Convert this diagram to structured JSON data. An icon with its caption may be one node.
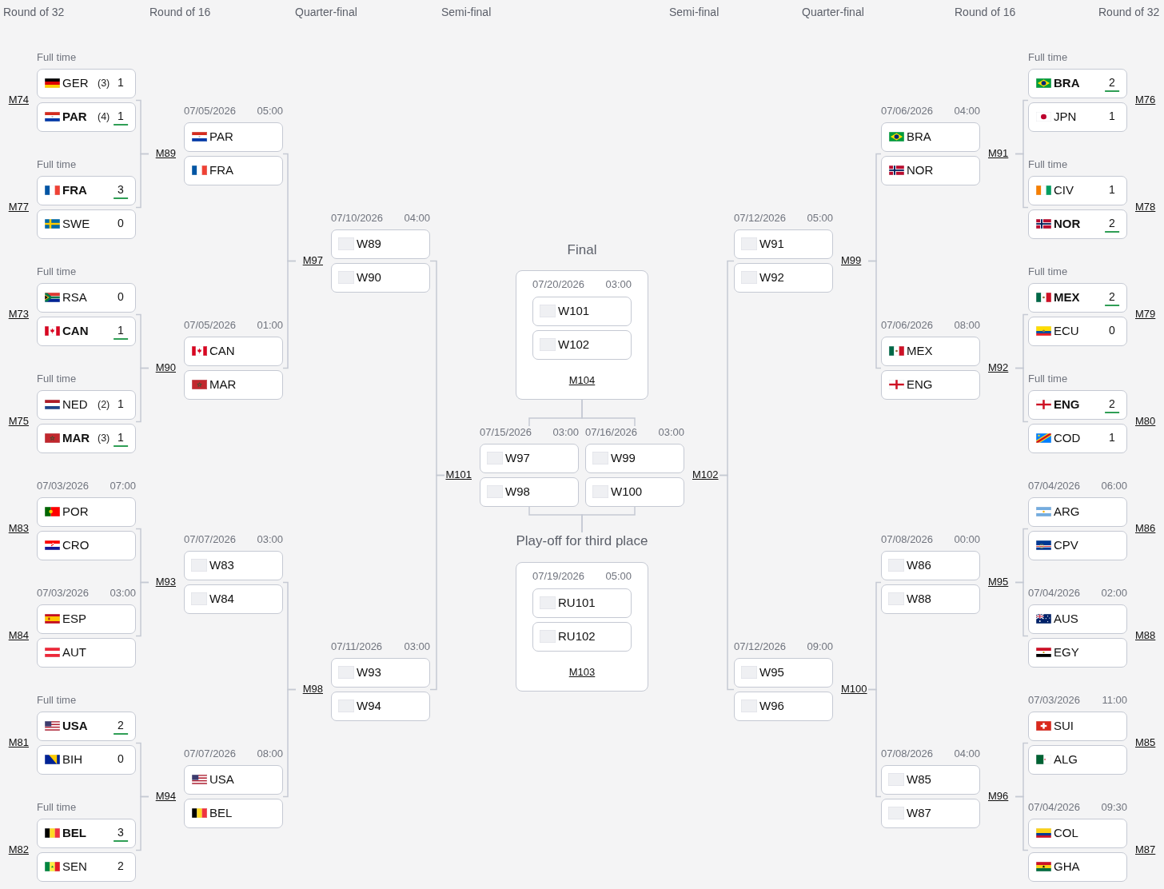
{
  "diagram": {
    "nodes": [
      {
        "text": [
          "Full time",
          "M74"
        ]
      },
      {
        "text": [
          "GER",
          "(3)",
          "1"
        ],
        "in": 0
      },
      {
        "text": [
          "PAR",
          "(4)",
          "1"
        ],
        "in": 0
      },
      {
        "text": [
          "Full time",
          "M77"
        ]
      },
      {
        "text": [
          "FRA",
          "3"
        ],
        "in": 3
      },
      {
        "text": [
          "SWE",
          "0"
        ],
        "in": 3
      },
      {
        "text": [
          "Full time",
          "M73"
        ]
      },
      {
        "text": [
          "RSA",
          "0"
        ],
        "in": 6
      },
      {
        "text": [
          "CAN",
          "1"
        ],
        "in": 6
      },
      {
        "text": [
          "Full time",
          "M75"
        ]
      },
      {
        "text": [
          "NED",
          "(2)",
          "1"
        ],
        "in": 9
      },
      {
        "text": [
          "MAR",
          "(3)",
          "1"
        ],
        "in": 9
      },
      {
        "text": [
          "07/03/2026",
          "07:00",
          "M83"
        ]
      },
      {
        "text": [
          "POR"
        ],
        "in": 12
      },
      {
        "text": [
          "CRO"
        ],
        "in": 12
      },
      {
        "text": [
          "07/03/2026",
          "03:00",
          "M84"
        ]
      },
      {
        "text": [
          "ESP"
        ],
        "in": 15
      },
      {
        "text": [
          "AUT"
        ],
        "in": 15
      },
      {
        "text": [
          "Full time",
          "M81"
        ]
      },
      {
        "text": [
          "USA",
          "2"
        ],
        "in": 18
      },
      {
        "text": [
          "BIH",
          "0"
        ],
        "in": 18
      },
      {
        "text": [
          "Full time",
          "M82"
        ]
      },
      {
        "text": [
          "BEL",
          "3"
        ],
        "in": 21
      },
      {
        "text": [
          "SEN",
          "2"
        ],
        "in": 21
      },
      {
        "text": [
          "07/05/2026",
          "05:00",
          "M89"
        ]
      },
      {
        "text": [
          "PAR"
        ],
        "in": 24
      },
      {
        "text": [
          "FRA"
        ],
        "in": 24
      },
      {
        "text": [
          "07/05/2026",
          "01:00",
          "M90"
        ]
      },
      {
        "text": [
          "CAN"
        ],
        "in": 27
      },
      {
        "text": [
          "MAR"
        ],
        "in": 27
      },
      {
        "text": [
          "07/07/2026",
          "03:00",
          "M93"
        ]
      },
      {
        "text": [
          "W83"
        ],
        "in": 30
      },
      {
        "text": [
          "W84"
        ],
        "in": 30
      },
      {
        "text": [
          "07/07/2026",
          "08:00",
          "M94"
        ]
      },
      {
        "text": [
          "USA"
        ],
        "in": 33
      },
      {
        "text": [
          "BEL"
        ],
        "in": 33
      },
      {
        "text": [
          "07/10/2026",
          "04:00",
          "M97"
        ]
      },
      {
        "text": [
          "W89"
        ],
        "in": 36
      },
      {
        "text": [
          "W90"
        ],
        "in": 36
      },
      {
        "text": [
          "07/11/2026",
          "03:00",
          "M98"
        ]
      },
      {
        "text": [
          "W93"
        ],
        "in": 39
      },
      {
        "text": [
          "W94"
        ],
        "in": 39
      },
      {
        "text": [
          "07/15/2026",
          "03:00",
          "M101"
        ]
      },
      {
        "text": [
          "W97"
        ],
        "in": 42
      },
      {
        "text": [
          "W98"
        ],
        "in": 42
      },
      {
        "text": [
          "Final",
          "07/20/2026",
          "03:00",
          "M104"
        ]
      },
      {
        "text": [
          "W101"
        ],
        "in": 45
      },
      {
        "text": [
          "W102"
        ],
        "in": 45
      },
      {
        "text": [
          "Play-off for third place",
          "07/19/2026",
          "05:00",
          "M103"
        ]
      },
      {
        "text": [
          "RU101"
        ],
        "in": 48
      },
      {
        "text": [
          "RU102"
        ],
        "in": 48
      },
      {
        "text": [
          "07/16/2026",
          "03:00",
          "M102"
        ]
      },
      {
        "text": [
          "W99"
        ],
        "in": 51
      },
      {
        "text": [
          "W100"
        ],
        "in": 51
      },
      {
        "text": [
          "07/12/2026",
          "05:00",
          "M99"
        ]
      },
      {
        "text": [
          "W91"
        ],
        "in": 54
      },
      {
        "text": [
          "W92"
        ],
        "in": 54
      },
      {
        "text": [
          "07/12/2026",
          "09:00",
          "M100"
        ]
      },
      {
        "text": [
          "W95"
        ],
        "in": 57
      },
      {
        "text": [
          "W96"
        ],
        "in": 57
      },
      {
        "text": [
          "07/06/2026",
          "04:00",
          "M91"
        ]
      },
      {
        "text": [
          "BRA"
        ],
        "in": 60
      },
      {
        "text": [
          "NOR"
        ],
        "in": 60
      },
      {
        "text": [
          "07/06/2026",
          "08:00",
          "M92"
        ]
      },
      {
        "text": [
          "MEX"
        ],
        "in": 63
      },
      {
        "text": [
          "ENG"
        ],
        "in": 63
      },
      {
        "text": [
          "07/08/2026",
          "00:00",
          "M95"
        ]
      },
      {
        "text": [
          "W86"
        ],
        "in": 66
      },
      {
        "text": [
          "W88"
        ],
        "in": 66
      },
      {
        "text": [
          "07/08/2026",
          "04:00",
          "M96"
        ]
      },
      {
        "text": [
          "W85"
        ],
        "in": 69
      },
      {
        "text": [
          "W87"
        ],
        "in": 69
      },
      {
        "text": [
          "Full time",
          "M76"
        ]
      },
      {
        "text": [
          "BRA",
          "2"
        ],
        "in": 72
      },
      {
        "text": [
          "JPN",
          "1"
        ],
        "in": 72
      },
      {
        "text": [
          "Full time",
          "M78"
        ]
      },
      {
        "text": [
          "CIV",
          "1"
        ],
        "in": 75
      },
      {
        "text": [
          "NOR",
          "2"
        ],
        "in": 75
      },
      {
        "text": [
          "Full time",
          "M79"
        ]
      },
      {
        "text": [
          "MEX",
          "2"
        ],
        "in": 78
      },
      {
        "text": [
          "ECU",
          "0"
        ],
        "in": 78
      },
      {
        "text": [
          "Full time",
          "M80"
        ]
      },
      {
        "text": [
          "ENG",
          "2"
        ],
        "in": 81
      },
      {
        "text": [
          "COD",
          "1"
        ],
        "in": 81
      },
      {
        "text": [
          "07/04/2026",
          "06:00",
          "M86"
        ]
      },
      {
        "text": [
          "ARG"
        ],
        "in": 84
      },
      {
        "text": [
          "CPV"
        ],
        "in": 84
      },
      {
        "text": [
          "07/04/2026",
          "02:00",
          "M88"
        ]
      },
      {
        "text": [
          "AUS"
        ],
        "in": 87
      },
      {
        "text": [
          "EGY"
        ],
        "in": 87
      },
      {
        "text": [
          "07/03/2026",
          "11:00",
          "M85"
        ]
      },
      {
        "text": [
          "SUI"
        ],
        "in": 90
      },
      {
        "text": [
          "ALG"
        ],
        "in": 90
      },
      {
        "text": [
          "07/04/2026",
          "09:30",
          "M87"
        ]
      },
      {
        "text": [
          "COL"
        ],
        "in": 93
      },
      {
        "text": [
          "GHA"
        ],
        "in": 93
      }
    ],
    "edges": [
      {
        "from": 0,
        "to": 24,
        "arrow": "none"
      },
      {
        "from": 3,
        "to": 24,
        "arrow": "none"
      },
      {
        "from": 6,
        "to": 27,
        "arrow": "none"
      },
      {
        "from": 9,
        "to": 27,
        "arrow": "none"
      },
      {
        "from": 12,
        "to": 30,
        "arrow": "none"
      },
      {
        "from": 15,
        "to": 30,
        "arrow": "none"
      },
      {
        "from": 18,
        "to": 33,
        "arrow": "none"
      },
      {
        "from": 21,
        "to": 33,
        "arrow": "none"
      },
      {
        "from": 24,
        "to": 36,
        "arrow": "none"
      },
      {
        "from": 27,
        "to": 36,
        "arrow": "none"
      },
      {
        "from": 30,
        "to": 39,
        "arrow": "none"
      },
      {
        "from": 33,
        "to": 39,
        "arrow": "none"
      },
      {
        "from": 36,
        "to": 42,
        "arrow": "none"
      },
      {
        "from": 39,
        "to": 42,
        "arrow": "none"
      },
      {
        "from": 42,
        "to": 45,
        "arrow": "none"
      },
      {
        "from": 51,
        "to": 45,
        "arrow": "none"
      },
      {
        "from": 42,
        "to": 48,
        "arrow": "none"
      },
      {
        "from": 51,
        "to": 48,
        "arrow": "none"
      },
      {
        "from": 54,
        "to": 51,
        "arrow": "none"
      },
      {
        "from": 57,
        "to": 51,
        "arrow": "none"
      },
      {
        "from": 60,
        "to": 54,
        "arrow": "none"
      },
      {
        "from": 63,
        "to": 54,
        "arrow": "none"
      },
      {
        "from": 66,
        "to": 57,
        "arrow": "none"
      },
      {
        "from": 69,
        "to": 57,
        "arrow": "none"
      },
      {
        "from": 72,
        "to": 60,
        "arrow": "none"
      },
      {
        "from": 75,
        "to": 60,
        "arrow": "none"
      },
      {
        "from": 78,
        "to": 63,
        "arrow": "none"
      },
      {
        "from": 81,
        "to": 63,
        "arrow": "none"
      },
      {
        "from": 84,
        "to": 66,
        "arrow": "none"
      },
      {
        "from": 87,
        "to": 66,
        "arrow": "none"
      },
      {
        "from": 90,
        "to": 69,
        "arrow": "none"
      },
      {
        "from": 93,
        "to": 69,
        "arrow": "none"
      }
    ],
    "labels": [
      "Round of 32",
      "Round of 16",
      "Quarter-final",
      "Semi-final",
      "Semi-final",
      "Quarter-final",
      "Round of 16",
      "Round of 32"
    ]
  }
}
